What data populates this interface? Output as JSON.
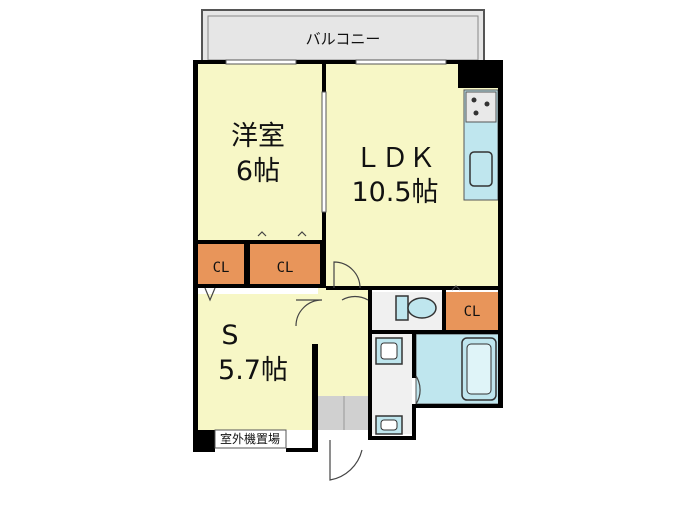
{
  "balcony": {
    "label": "バルコニー"
  },
  "rooms": {
    "western_room": {
      "name": "洋室",
      "size": "6帖"
    },
    "ldk": {
      "name": "ＬＤＫ",
      "size": "10.5帖"
    },
    "storage_room": {
      "name": "S",
      "size": "5.7帖"
    }
  },
  "closets": {
    "closet_1": "CL",
    "closet_2": "CL",
    "closet_3": "CL"
  },
  "outdoor_unit": {
    "label": "室外機置場"
  },
  "colors": {
    "room_fill": "#f7f7c6",
    "closet_fill": "#e8955a",
    "fixture_fill": "#bfe6ee",
    "wall": "#000000",
    "balcony_fill": "#e6e6e6",
    "entry_floor": "#d0d0d0"
  }
}
